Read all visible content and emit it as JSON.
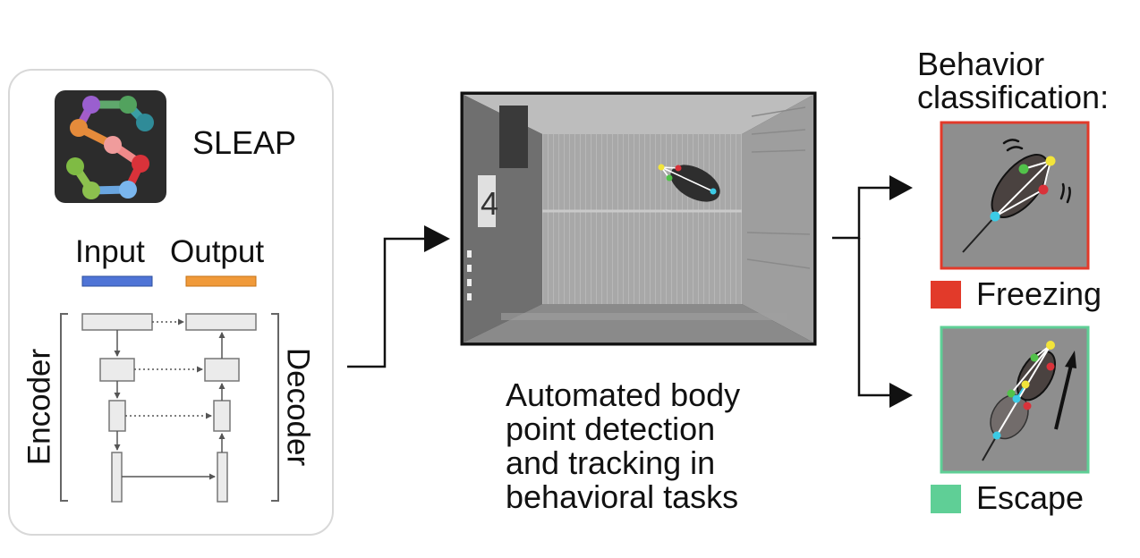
{
  "sleap": {
    "name": "SLEAP",
    "input_label": "Input",
    "output_label": "Output",
    "encoder_label": "Encoder",
    "decoder_label": "Decoder",
    "input_color": "#4f74d6",
    "output_color": "#f09a3a"
  },
  "tracking": {
    "caption_lines": [
      "Automated body",
      "point detection",
      "and tracking in",
      "behavioral tasks"
    ]
  },
  "classification": {
    "title_lines": [
      "Behavior",
      "classification:"
    ],
    "classes": [
      {
        "label": "Freezing",
        "color": "#e23a2a"
      },
      {
        "label": "Escape",
        "color": "#5fcf96"
      }
    ]
  }
}
